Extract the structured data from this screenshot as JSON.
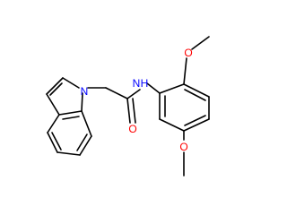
{
  "molecule": {
    "atoms": {
      "indole_n": "N",
      "amide_n": "N",
      "amide_h": "H",
      "carbonyl_o": "O",
      "methoxy_top_o": "O",
      "methoxy_bottom_o": "O"
    },
    "colors": {
      "nitrogen": "#0000ff",
      "oxygen": "#ff0000",
      "bond": "#000000"
    }
  }
}
